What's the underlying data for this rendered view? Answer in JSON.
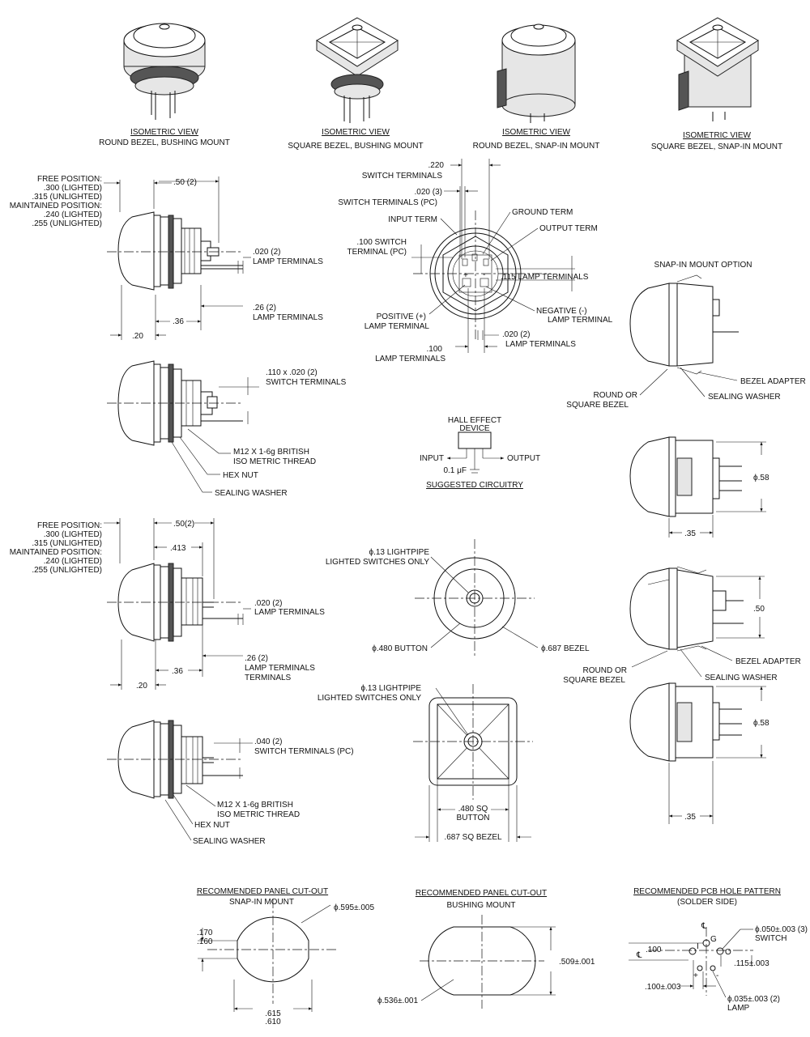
{
  "iso_views": [
    {
      "title": "ISOMETRIC VIEW",
      "subtitle": "ROUND BEZEL, BUSHING MOUNT"
    },
    {
      "title": "ISOMETRIC VIEW",
      "subtitle": "SQUARE BEZEL, BUSHING MOUNT"
    },
    {
      "title": "ISOMETRIC VIEW",
      "subtitle": "ROUND BEZEL, SNAP-IN MOUNT"
    },
    {
      "title": "ISOMETRIC VIEW",
      "subtitle": "SQUARE BEZEL, SNAP-IN MOUNT"
    }
  ],
  "side_view_1": {
    "position_note": [
      "FREE POSITION:",
      ".300 (LIGHTED)",
      ".315 (UNLIGHTED)",
      "MAINTAINED POSITION:",
      ".240 (LIGHTED)",
      ".255 (UNLIGHTED)"
    ],
    "dim_top": ".50 (2)",
    "lamp_term_label_1": ".020 (2)",
    "lamp_term_label_2": "LAMP TERMINALS",
    "dim_36": ".36",
    "dim_26_1": ".26 (2)",
    "dim_26_2": "LAMP TERMINALS",
    "dim_20": ".20"
  },
  "side_view_2": {
    "switch_term_1": ".110 x .020 (2)",
    "switch_term_2": "SWITCH TERMINALS",
    "thread_1": "M12 X 1-6g BRITISH",
    "thread_2": "ISO METRIC THREAD",
    "hex_nut": "HEX NUT",
    "washer": "SEALING WASHER"
  },
  "rear_view": {
    "dim_220": ".220",
    "switch_terminals": "SWITCH TERMINALS",
    "dim_020_3": ".020 (3)",
    "switch_terminals_pc": "SWITCH TERMINALS (PC)",
    "input_term": "INPUT TERM",
    "ground_term": "GROUND TERM",
    "output_term": "OUTPUT TERM",
    "switch_100_1": ".100 SWITCH",
    "switch_100_2": "TERMINAL (PC)",
    "lamp_115": ".115 LAMP TERMINALS",
    "positive_1": "POSITIVE (+)",
    "positive_2": "LAMP TERMINAL",
    "negative_1": "NEGATIVE (-)",
    "negative_2": "LAMP TERMINAL",
    "lamp_020_1": ".020 (2)",
    "lamp_020_2": "LAMP TERMINALS",
    "lamp_100_1": ".100",
    "lamp_100_2": "LAMP TERMINALS"
  },
  "circuit": {
    "device_1": "HALL EFFECT",
    "device_2": "DEVICE",
    "input": "INPUT",
    "output": "OUTPUT",
    "cap": "0.1 μF",
    "caption": "SUGGESTED CIRCUITRY"
  },
  "snap_in": {
    "title": "SNAP-IN MOUNT OPTION",
    "bezel_adapter": "BEZEL ADAPTER",
    "round_or": "ROUND OR",
    "square_bezel": "SQUARE BEZEL",
    "sealing_washer": "SEALING WASHER",
    "dia_58": "ϕ.58",
    "dim_35": ".35",
    "dim_50": ".50"
  },
  "side_view_3": {
    "position_note": [
      "FREE POSITION:",
      ".300 (LIGHTED)",
      ".315 (UNLIGHTED)",
      "MAINTAINED POSITION:",
      ".240 (LIGHTED)",
      ".255 (UNLIGHTED)"
    ],
    "dim_top": ".50(2)",
    "dim_413": ".413",
    "lamp_1": ".020 (2)",
    "lamp_2": "LAMP TERMINALS",
    "dim_26_1": ".26 (2)",
    "dim_26_2": "LAMP TERMINALS",
    "dim_26_3": "TERMINALS",
    "dim_36": ".36",
    "dim_20": ".20"
  },
  "side_view_4": {
    "switch_1": ".040 (2)",
    "switch_2": "SWITCH TERMINALS (PC)",
    "thread_1": "M12 X 1-6g BRITISH",
    "thread_2": "ISO METRIC THREAD",
    "hex_nut": "HEX NUT",
    "washer": "SEALING WASHER"
  },
  "round_front": {
    "lightpipe_1": "ϕ.13 LIGHTPIPE",
    "lightpipe_2": "LIGHTED SWITCHES ONLY",
    "button": "ϕ.480 BUTTON",
    "bezel": "ϕ.687 BEZEL"
  },
  "square_front": {
    "lightpipe_1": "ϕ.13 LIGHTPIPE",
    "lightpipe_2": "LIGHTED SWITCHES ONLY",
    "button_1": ".480 SQ",
    "button_2": "BUTTON",
    "bezel": ".687 SQ BEZEL"
  },
  "cutout_snap": {
    "title": "RECOMMENDED PANEL CUT-OUT",
    "subtitle": "SNAP-IN MOUNT",
    "dia": "ϕ.595±.005",
    "d170": ".170",
    "d160": ".160",
    "d615": ".615",
    "d610": ".610"
  },
  "cutout_bushing": {
    "title": "RECOMMENDED PANEL CUT-OUT",
    "subtitle": "BUSHING MOUNT",
    "d509": ".509±.001",
    "dia": "ϕ.536±.001"
  },
  "pcb": {
    "title": "RECOMMENDED PCB HOLE PATTERN",
    "subtitle": "(SOLDER SIDE)",
    "cl": "℄",
    "switch_1": "ϕ.050±.003 (3)",
    "switch_2": "SWITCH",
    "d100": ".100",
    "g": "G",
    "i": "I",
    "o": "O",
    "d115": ".115±.003",
    "d100b": ".100±.003",
    "plus": "+",
    "minus": "-",
    "lamp_1": "ϕ.035±.003 (2)",
    "lamp_2": "LAMP"
  }
}
